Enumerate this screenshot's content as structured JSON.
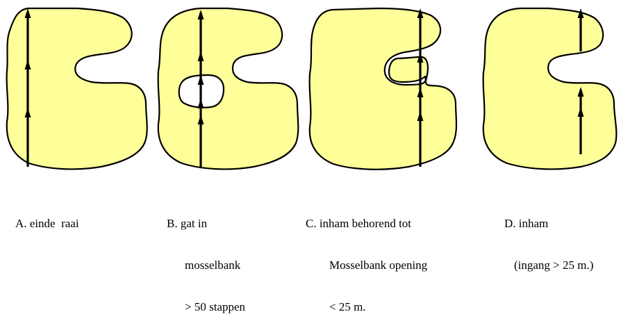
{
  "panels": [
    {
      "id": "A",
      "caption_lines": [
        "A. einde  raai"
      ]
    },
    {
      "id": "B",
      "caption_lines": [
        "B. gat in",
        "mosselbank",
        "> 50 stappen"
      ]
    },
    {
      "id": "C",
      "caption_lines": [
        "C. inham behorend tot",
        "Mosselbank opening",
        "< 25 m."
      ]
    },
    {
      "id": "D",
      "caption_lines": [
        "D. inham",
        "(ingang > 25 m.)"
      ]
    }
  ],
  "colors": {
    "mussel_bed_fill": "#ffff99",
    "outline": "#000000",
    "background": "#ffffff"
  }
}
